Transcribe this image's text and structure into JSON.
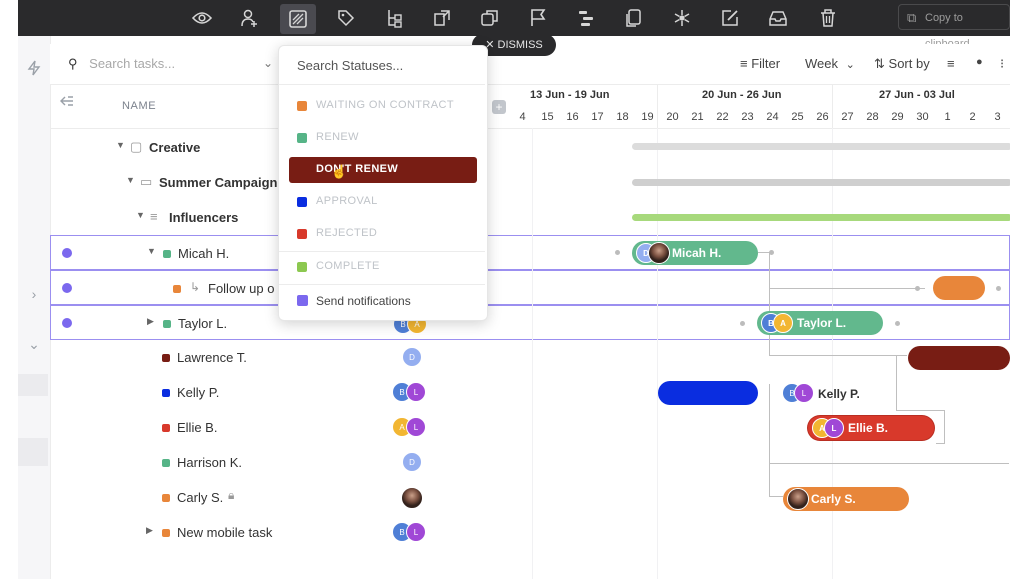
{
  "toolbar": {
    "icons": [
      "eye-icon",
      "add-user-icon",
      "status-icon",
      "tag-icon",
      "subtask-icon",
      "move-icon",
      "duplicate-icon",
      "flag-icon",
      "gantt-icon",
      "copy-icon",
      "dependency-icon",
      "edit-icon",
      "inbox-icon",
      "trash-icon"
    ],
    "copy_clipboard": "Copy to clipboard"
  },
  "header": {
    "search_placeholder": "Search tasks...",
    "filter": "Filter",
    "week": "Week",
    "sort": "Sort by"
  },
  "list": {
    "name_header": "NAME",
    "rows": [
      {
        "label": "Creative"
      },
      {
        "label": "Summer Campaigns"
      },
      {
        "label": "Influencers"
      },
      {
        "label": "Micah H."
      },
      {
        "label": "Follow up o"
      },
      {
        "label": "Taylor L."
      },
      {
        "label": "Lawrence T."
      },
      {
        "label": "Kelly P."
      },
      {
        "label": "Ellie B."
      },
      {
        "label": "Harrison K."
      },
      {
        "label": "Carly S."
      },
      {
        "label": "New mobile task"
      }
    ],
    "avatar_letters": {
      "b": "B",
      "a": "A",
      "d": "D",
      "l": "L"
    }
  },
  "gantt": {
    "months": [
      "13 Jun - 19 Jun",
      "20 Jun - 26 Jun",
      "27 Jun - 03 Jul"
    ],
    "days": [
      "4",
      "15",
      "16",
      "17",
      "18",
      "19",
      "20",
      "21",
      "22",
      "23",
      "24",
      "25",
      "26",
      "27",
      "28",
      "29",
      "30",
      "1",
      "2",
      "3"
    ],
    "bars": {
      "micah": "Micah H.",
      "taylor": "Taylor L.",
      "kelly": "Kelly P.",
      "ellie": "Ellie B.",
      "carly": "Carly S."
    }
  },
  "dismiss": "DISMISS",
  "status_dropdown": {
    "search_placeholder": "Search Statuses...",
    "items": [
      {
        "label": "WAITING ON CONTRACT",
        "color": "#e8863a"
      },
      {
        "label": "RENEW",
        "color": "#56b487"
      },
      {
        "label": "DON'T RENEW",
        "color": "#781d14"
      },
      {
        "label": "APPROVAL",
        "color": "#0a2de0"
      },
      {
        "label": "REJECTED",
        "color": "#d8392b"
      },
      {
        "label": "COMPLETE",
        "color": "#8cc850"
      }
    ],
    "send_notifications": "Send notifications"
  }
}
